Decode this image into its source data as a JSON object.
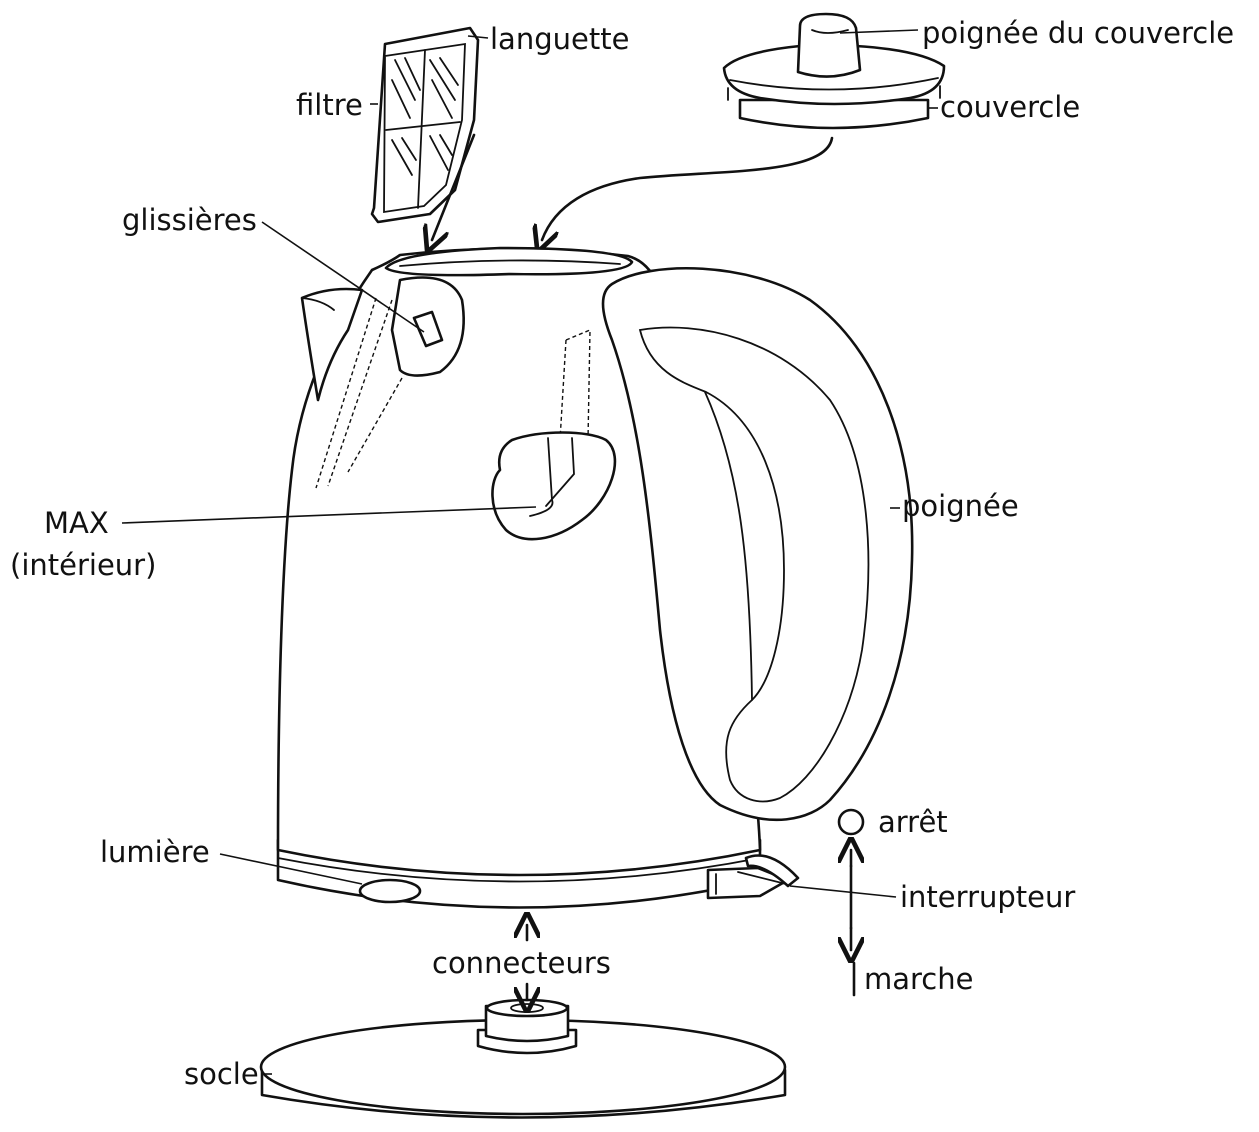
{
  "labels": {
    "languette": "languette",
    "filtre": "filtre",
    "poignee_couvercle": "poignée du couvercle",
    "couvercle": "couvercle",
    "glissieres": "glissières",
    "max_line1": "MAX",
    "max_line2": "(intérieur)",
    "poignee": "poignée",
    "arret": "arrêt",
    "lumiere": "lumière",
    "interrupteur": "interrupteur",
    "connecteurs": "connecteurs",
    "marche": "marche",
    "socle": "socle"
  }
}
